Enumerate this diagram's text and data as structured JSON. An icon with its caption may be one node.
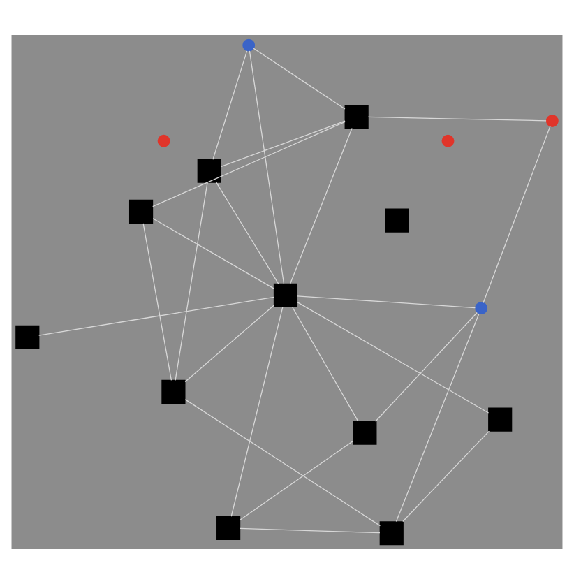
{
  "diagram": {
    "nodes": [
      {
        "text": [],
        "shape": "box"
      },
      {
        "text": [],
        "shape": "circle"
      },
      {
        "text": [],
        "shape": "box"
      },
      {
        "text": [],
        "shape": "box"
      },
      {
        "text": [],
        "shape": "circle"
      },
      {
        "text": [],
        "shape": "circle"
      },
      {
        "text": [],
        "shape": "box"
      },
      {
        "text": [],
        "shape": "box"
      },
      {
        "text": [],
        "shape": "box"
      },
      {
        "text": [],
        "shape": "circle"
      },
      {
        "text": [],
        "shape": "box"
      },
      {
        "text": [],
        "shape": "box"
      },
      {
        "text": [],
        "shape": "box"
      },
      {
        "text": [],
        "shape": "box"
      },
      {
        "text": [],
        "shape": "circle"
      },
      {
        "text": [],
        "shape": "box"
      }
    ],
    "edges": [
      {
        "from": 1,
        "to": 2,
        "arrow": "none"
      },
      {
        "from": 1,
        "to": 5,
        "arrow": "none"
      },
      {
        "from": 5,
        "to": 6,
        "arrow": "none"
      },
      {
        "from": 1,
        "to": 12,
        "arrow": "none"
      },
      {
        "from": 1,
        "to": 15,
        "arrow": "none"
      },
      {
        "from": 0,
        "to": 15,
        "arrow": "none"
      },
      {
        "from": 4,
        "to": 6,
        "arrow": "none"
      },
      {
        "from": 4,
        "to": 7,
        "arrow": "none"
      },
      {
        "from": 4,
        "to": 15,
        "arrow": "none"
      },
      {
        "from": 10,
        "to": 8,
        "arrow": "none"
      },
      {
        "from": 10,
        "to": 6,
        "arrow": "none"
      },
      {
        "from": 10,
        "to": 15,
        "arrow": "none"
      },
      {
        "from": 15,
        "to": 11,
        "arrow": "none"
      },
      {
        "from": 15,
        "to": 8,
        "arrow": "none"
      },
      {
        "from": 15,
        "to": 6,
        "arrow": "none"
      },
      {
        "from": 15,
        "to": 7,
        "arrow": "none"
      },
      {
        "from": 15,
        "to": 12,
        "arrow": "none"
      },
      {
        "from": 15,
        "to": 13,
        "arrow": "none"
      },
      {
        "from": 2,
        "to": 8,
        "arrow": "none"
      },
      {
        "from": 2,
        "to": 13,
        "arrow": "none"
      },
      {
        "from": 2,
        "to": 11,
        "arrow": "none"
      },
      {
        "from": 6,
        "to": 7,
        "arrow": "none"
      },
      {
        "from": 8,
        "to": 7,
        "arrow": "none"
      },
      {
        "from": 13,
        "to": 12,
        "arrow": "none"
      }
    ]
  }
}
